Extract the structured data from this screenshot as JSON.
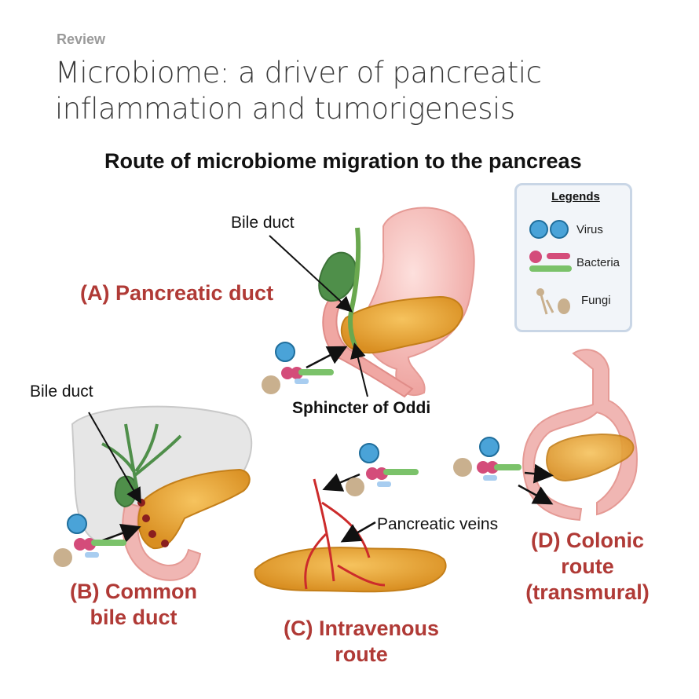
{
  "header": {
    "kicker": "Review",
    "title": "Microbiome: a driver of pancreatic inflammation and tumorigenesis"
  },
  "figure": {
    "subtitle": "Route of microbiome migration to the pancreas",
    "legend": {
      "title": "Legends",
      "items": [
        {
          "label": "Virus",
          "icon": "virus-icon"
        },
        {
          "label": "Bacteria",
          "icon": "bacteria-icon"
        },
        {
          "label": "Fungi",
          "icon": "fungi-icon"
        }
      ]
    },
    "routes": {
      "a": {
        "label": "(A) Pancreatic  duct"
      },
      "b": {
        "line1": "(B) Common",
        "line2": "bile duct"
      },
      "c": {
        "line1": "(C) Intravenous",
        "line2": "route"
      },
      "d": {
        "line1": "(D) Colonic",
        "line2": "route",
        "line3": "(transmural)"
      }
    },
    "annotations": {
      "bile_duct_top": "Bile duct",
      "bile_duct_left": "Bile duct",
      "sphincter": "Sphincter of Oddi",
      "pancreatic_veins": "Pancreatic veins"
    },
    "colors": {
      "route_text": "#b03a36",
      "pancreas": "#e8a73a",
      "stomach": "#f3b3b0",
      "gallbladder": "#4f8f4a",
      "liver": "#e3e3e3",
      "virus": "#4aa3d8",
      "bacteria_pink": "#d44c7a",
      "bacteria_green": "#7bc26a",
      "fungi": "#c9b08e",
      "vein": "#cc2b2b"
    }
  }
}
